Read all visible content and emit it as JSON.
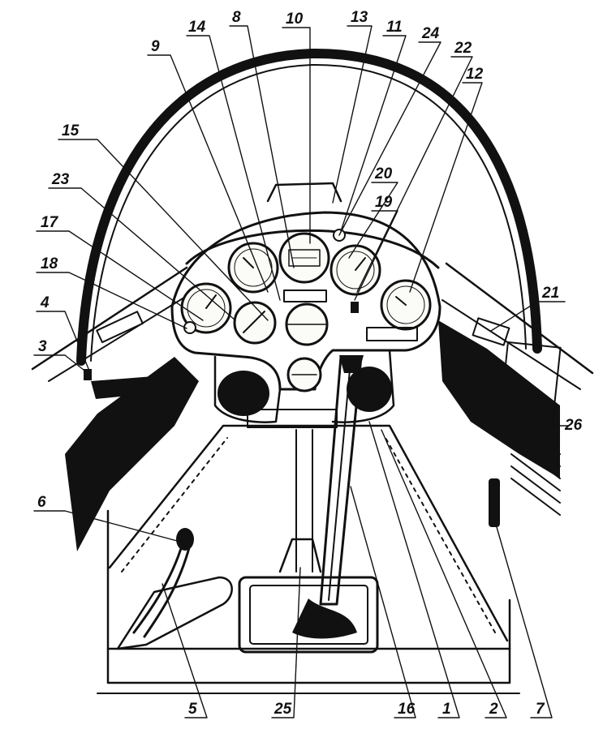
{
  "callouts": [
    {
      "id": "c1",
      "label": "1"
    },
    {
      "id": "c2",
      "label": "2"
    },
    {
      "id": "c3",
      "label": "3"
    },
    {
      "id": "c4",
      "label": "4"
    },
    {
      "id": "c5",
      "label": "5"
    },
    {
      "id": "c6",
      "label": "6"
    },
    {
      "id": "c7",
      "label": "7"
    },
    {
      "id": "c8",
      "label": "8"
    },
    {
      "id": "c9",
      "label": "9"
    },
    {
      "id": "c10",
      "label": "10"
    },
    {
      "id": "c11",
      "label": "11"
    },
    {
      "id": "c12",
      "label": "12"
    },
    {
      "id": "c13",
      "label": "13"
    },
    {
      "id": "c14",
      "label": "14"
    },
    {
      "id": "c15",
      "label": "15"
    },
    {
      "id": "c16",
      "label": "16"
    },
    {
      "id": "c17",
      "label": "17"
    },
    {
      "id": "c18",
      "label": "18"
    },
    {
      "id": "c19",
      "label": "19"
    },
    {
      "id": "c20",
      "label": "20"
    },
    {
      "id": "c21",
      "label": "21"
    },
    {
      "id": "c22",
      "label": "22"
    },
    {
      "id": "c23",
      "label": "23"
    },
    {
      "id": "c24",
      "label": "24"
    },
    {
      "id": "c25",
      "label": "25"
    },
    {
      "id": "c26",
      "label": "26"
    }
  ],
  "colors": {
    "ink": "#111111",
    "paper": "#ffffff"
  }
}
